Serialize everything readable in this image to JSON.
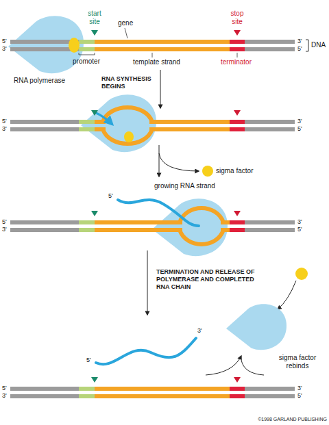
{
  "diagram": {
    "labels": [
      "start site",
      "gene",
      "stop site",
      "5'",
      "3'",
      "3'",
      "5'",
      "DNA",
      "promoter",
      "template strand",
      "terminator",
      "RNA polymerase",
      "RNA SYNTHESIS BEGINS",
      "5'",
      "3'",
      "3'",
      "5'",
      "sigma factor",
      "5'",
      "growing RNA strand",
      "5'",
      "3'",
      "3'",
      "5'",
      "TERMINATION AND RELEASE OF POLYMERASE AND COMPLETED RNA CHAIN",
      "sigma factor rebinds",
      "5'",
      "3'",
      "5'",
      "3'",
      "3'",
      "5'",
      "©1998 GARLAND PUBLISHING"
    ]
  }
}
